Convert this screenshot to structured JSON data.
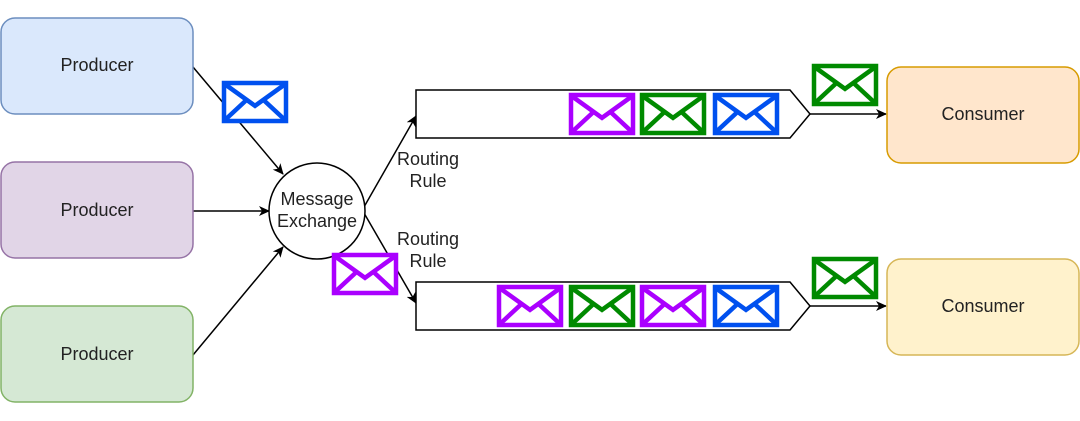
{
  "producers": [
    {
      "label": "Producer",
      "fill": "#dae8fc",
      "stroke": "#6c8ebf"
    },
    {
      "label": "Producer",
      "fill": "#e1d5e7",
      "stroke": "#9673a6"
    },
    {
      "label": "Producer",
      "fill": "#d5e8d4",
      "stroke": "#82b366"
    }
  ],
  "exchange": {
    "label_line1": "Message",
    "label_line2": "Exchange"
  },
  "routing_rules": [
    {
      "line1": "Routing",
      "line2": "Rule"
    },
    {
      "line1": "Routing",
      "line2": "Rule"
    }
  ],
  "consumers": [
    {
      "label": "Consumer",
      "fill": "#ffe6cc",
      "stroke": "#d79b00"
    },
    {
      "label": "Consumer",
      "fill": "#fff2cc",
      "stroke": "#d6b656"
    }
  ],
  "queues": [
    {
      "messages": [
        "purple",
        "green",
        "blue"
      ]
    },
    {
      "messages": [
        "purple",
        "green",
        "purple",
        "blue"
      ]
    }
  ],
  "message_colors": {
    "blue": "#0050ef",
    "green": "#008a00",
    "purple": "#aa00ff"
  },
  "icons": {
    "message": "envelope-icon"
  }
}
